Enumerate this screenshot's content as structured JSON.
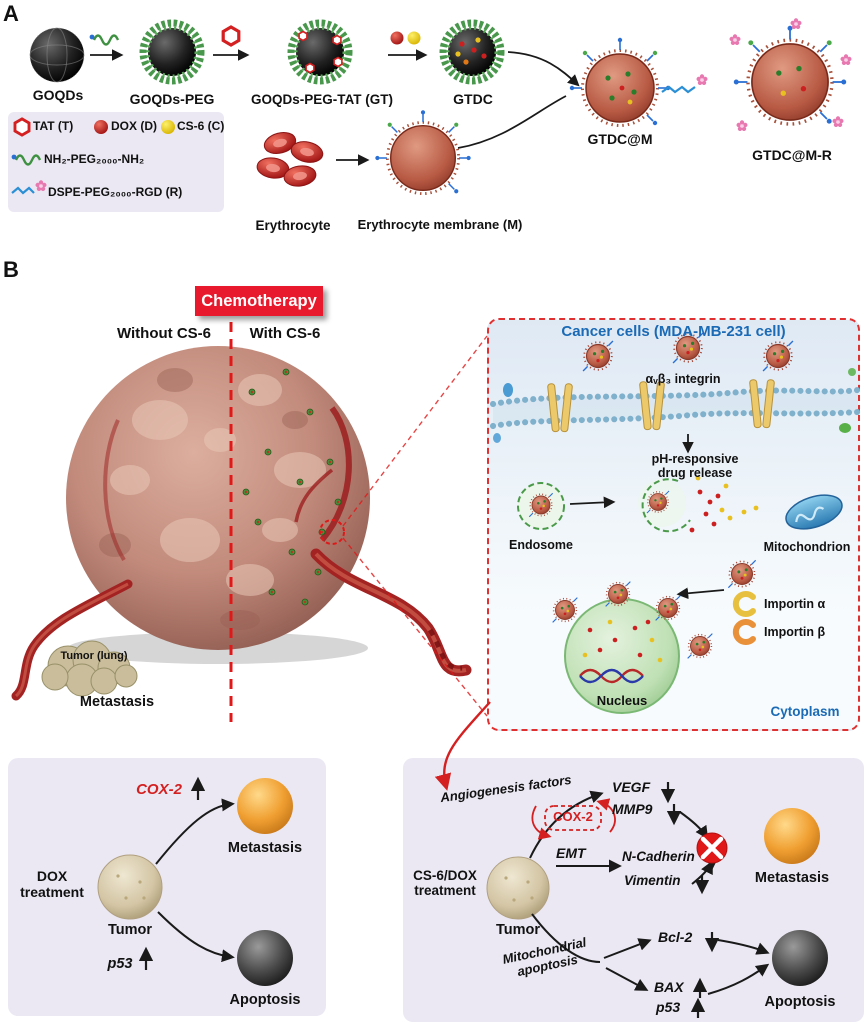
{
  "panel_a": {
    "label": "A",
    "goqds": "GOQDs",
    "goqds_peg": "GOQDs-PEG",
    "goqds_peg_tat": "GOQDs-PEG-TAT (GT)",
    "gtdc": "GTDC",
    "gtdc_m": "GTDC@M",
    "gtdc_m_r": "GTDC@M-R",
    "erythrocyte": "Erythrocyte",
    "erythrocyte_membrane": "Erythrocyte membrane (M)",
    "legend": {
      "tat": "TAT (T)",
      "dox": "DOX (D)",
      "cs6": "CS-6 (C)",
      "peg": "NH₂-PEG₂₀₀₀-NH₂",
      "dspe": "DSPE-PEG₂₀₀₀-RGD (R)"
    }
  },
  "panel_b": {
    "label": "B",
    "banner": "Chemotherapy",
    "without": "Without CS-6",
    "with": "With CS-6",
    "tumor_lung": "Tumor (lung)",
    "metastasis": "Metastasis",
    "inset": {
      "title": "Cancer cells (MDA-MB-231 cell)",
      "integrin": "αᵥβ₃ integrin",
      "ph1": "pH-responsive",
      "ph2": "drug release",
      "endosome": "Endosome",
      "mitochondrion": "Mitochondrion",
      "importin_a": "Importin α",
      "importin_b": "Importin β",
      "nucleus": "Nucleus",
      "cytoplasm": "Cytoplasm"
    },
    "left_box": {
      "cox2": "COX-2",
      "metastasis": "Metastasis",
      "treatment1": "DOX",
      "treatment2": "treatment",
      "tumor": "Tumor",
      "p53": "p53",
      "apoptosis": "Apoptosis"
    },
    "right_box": {
      "angiogenesis": "Angiogenesis factors",
      "vegf": "VEGF",
      "mmp9": "MMP9",
      "cox2": "COX-2",
      "metastasis": "Metastasis",
      "treatment1": "CS-6/DOX",
      "treatment2": "treatment",
      "tumor": "Tumor",
      "emt": "EMT",
      "ncadherin": "N-Cadherin",
      "vimentin": "Vimentin",
      "mito1": "Mitochondrial",
      "mito2": "apoptosis",
      "bcl2": "Bcl-2",
      "bax": "BAX",
      "p53": "p53",
      "apoptosis": "Apoptosis"
    }
  }
}
